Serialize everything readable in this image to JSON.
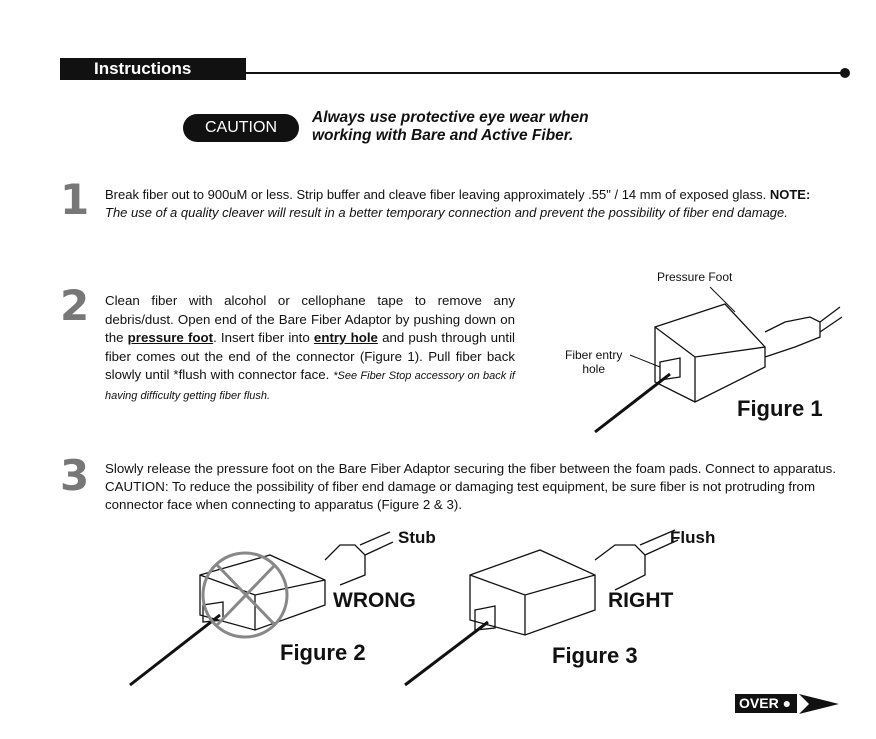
{
  "header": {
    "title": "Instructions"
  },
  "caution": {
    "badge": "CAUTION",
    "line1": "Always use protective eye wear when",
    "line2": "working with Bare and Active Fiber."
  },
  "steps": [
    {
      "number": "1",
      "text": "Break fiber out to 900uM or less.  Strip buffer and cleave fiber leaving approximately .55\" / 14 mm of exposed glass.",
      "note_label": "NOTE:",
      "note": "The use of a quality cleaver will result in a better temporary connection and prevent the possibility of fiber end damage."
    },
    {
      "number": "2",
      "text_a": "Clean fiber with alcohol or cellophane tape to remove any debris/dust.  Open end of the Bare Fiber Adaptor by pushing down on the",
      "term1": "pressure foot",
      "text_b": ".  Insert fiber into",
      "term2": "entry hole",
      "text_c": "and push through until fiber comes out the end of the connector (Figure 1).  Pull fiber back slowly until *flush with connector face.",
      "footnote": "*See Fiber Stop accessory on back if having difficulty getting fiber flush."
    },
    {
      "number": "3",
      "text": "Slowly release the pressure foot on the Bare Fiber Adaptor securing the fiber between the foam pads. Connect to apparatus.  CAUTION: To reduce the possibility of fiber end damage or damaging test equipment, be sure fiber is not protruding from connector face when connecting to apparatus (Figure 2 & 3)."
    }
  ],
  "figure1": {
    "caption": "Figure 1",
    "label_pressure": "Pressure Foot",
    "label_entry_1": "Fiber entry",
    "label_entry_2": "hole"
  },
  "figure2": {
    "caption": "Figure 2",
    "label_stub": "Stub",
    "verdict": "WRONG"
  },
  "figure3": {
    "caption": "Figure 3",
    "label_flush": "Flush",
    "verdict": "RIGHT"
  },
  "footer": {
    "over": "OVER"
  }
}
